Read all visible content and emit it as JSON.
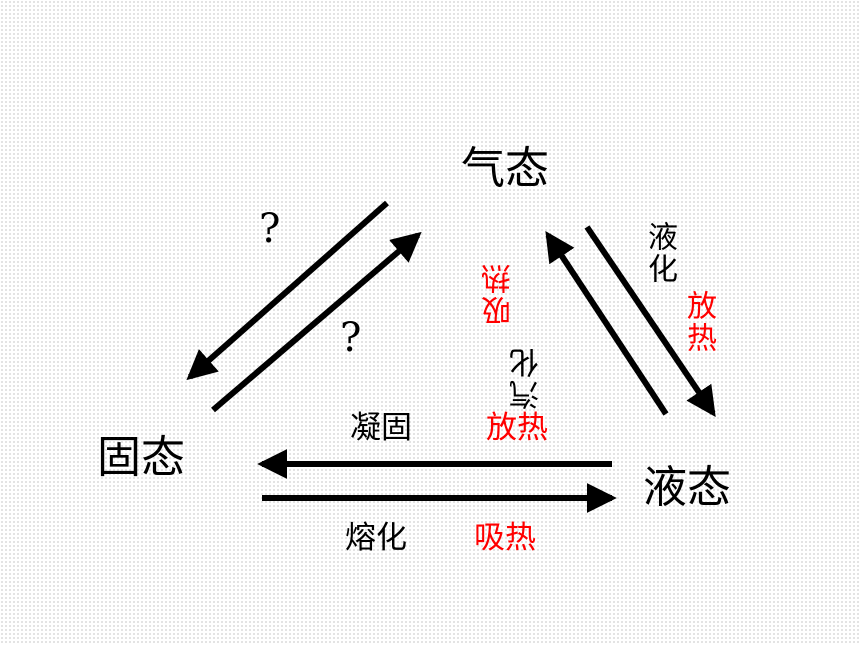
{
  "states": {
    "gas": "气态",
    "solid": "固态",
    "liquid": "液态"
  },
  "processes": {
    "solidification": "凝固",
    "solidification_heat": "放热",
    "melting": "熔化",
    "melting_heat": "吸热",
    "liquefaction": "液化",
    "liquefaction_heat": "放热",
    "vaporization": "汽化",
    "vaporization_heat": "吸热"
  },
  "unknowns": {
    "gas_to_solid": "?",
    "solid_to_gas": "?"
  },
  "colors": {
    "heat_text": "#ff0000",
    "text": "#000000",
    "arrow": "#000000"
  }
}
